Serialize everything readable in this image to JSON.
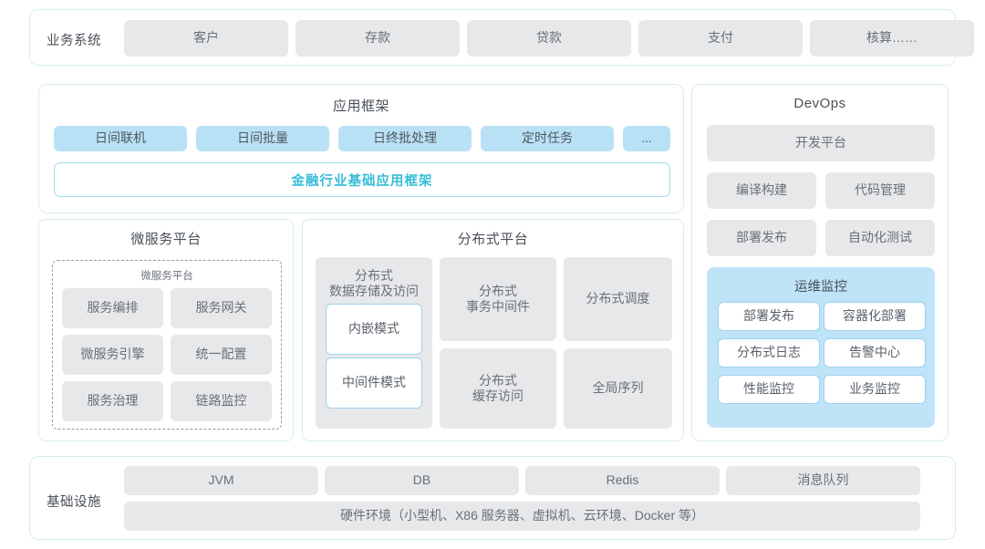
{
  "business_system": {
    "label": "业务系统",
    "items": [
      "客户",
      "存款",
      "贷款",
      "支付",
      "核算……"
    ]
  },
  "app_framework": {
    "title": "应用框架",
    "items": [
      "日间联机",
      "日间批量",
      "日终批处理",
      "定时任务",
      "..."
    ],
    "framework_bar": "金融行业基础应用框架",
    "framework_bar_color": "#36bcd8"
  },
  "microservice_platform": {
    "title": "微服务平台",
    "inner_title": "微服务平台",
    "items": [
      "服务编排",
      "服务网关",
      "微服务引擎",
      "统一配置",
      "服务治理",
      "链路监控"
    ]
  },
  "distributed_platform": {
    "title": "分布式平台",
    "storage_card": "分布式\n数据存储及访问",
    "storage_modes": [
      "内嵌模式",
      "中间件模式"
    ],
    "cards": [
      "分布式\n事务中间件",
      "分布式调度",
      "分布式\n缓存访问",
      "全局序列"
    ]
  },
  "devops": {
    "title": "DevOps",
    "platform": "开发平台",
    "items": [
      "编译构建",
      "代码管理",
      "部署发布",
      "自动化测试"
    ],
    "ops_monitor": {
      "title": "运维监控",
      "items": [
        "部署发布",
        "容器化部署",
        "分布式日志",
        "告警中心",
        "性能监控",
        "业务监控"
      ],
      "bg_color": "#bfe4f7"
    }
  },
  "infrastructure": {
    "label": "基础设施",
    "items": [
      "JVM",
      "DB",
      "Redis",
      "消息队列"
    ],
    "hardware": "硬件环境（小型机、X86 服务器、虚拟机、云环境、Docker 等）"
  },
  "theme": {
    "shell_border": "#d6edf4",
    "card_gray": "#e7e8e9",
    "card_blue": "#b9e1f5",
    "text": "#6a7078"
  }
}
